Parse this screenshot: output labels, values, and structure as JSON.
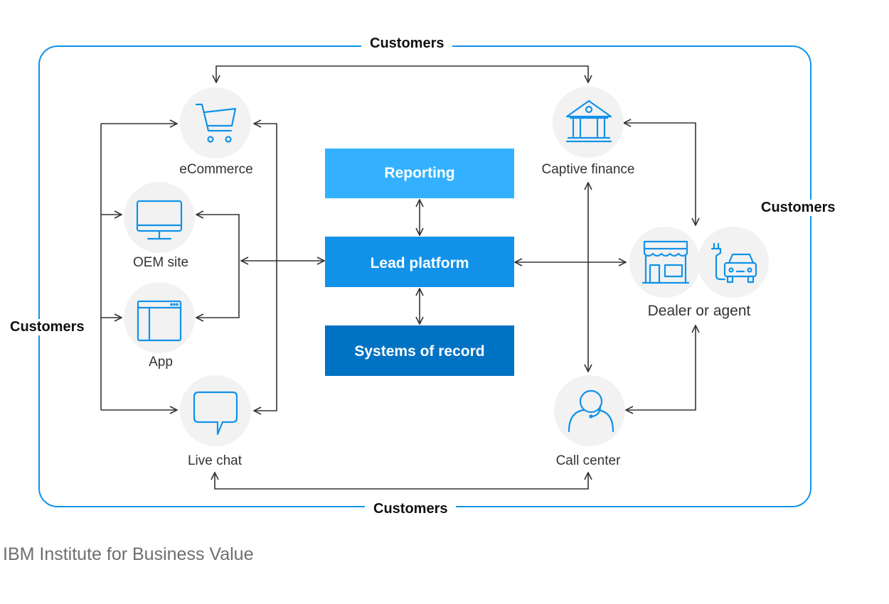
{
  "customers": {
    "top": "Customers",
    "right": "Customers",
    "left": "Customers",
    "bottom": "Customers"
  },
  "nodes": {
    "ecommerce": {
      "label": "eCommerce",
      "icon": "cart-icon"
    },
    "oem_site": {
      "label": "OEM site",
      "icon": "monitor-icon"
    },
    "app": {
      "label": "App",
      "icon": "app-window-icon"
    },
    "live_chat": {
      "label": "Live chat",
      "icon": "chat-bubble-icon"
    },
    "captive_finance": {
      "label": "Captive finance",
      "icon": "bank-icon"
    },
    "dealer_or_agent": {
      "label": "Dealer or agent",
      "icon": "storefront-icon"
    },
    "call_center": {
      "label": "Call center",
      "icon": "headset-person-icon"
    }
  },
  "boxes": {
    "reporting": {
      "label": "Reporting",
      "color": "#33b1ff"
    },
    "lead_platform": {
      "label": "Lead platform",
      "color": "#1192e8"
    },
    "systems_of_record": {
      "label": "Systems of record",
      "color": "#0072c3"
    }
  },
  "source": "IBM Institute for Business Value",
  "colors": {
    "frame": "#1192e8",
    "icon": "#1192e8",
    "icon_bg": "#f2f2f2",
    "connector": "#333333"
  }
}
